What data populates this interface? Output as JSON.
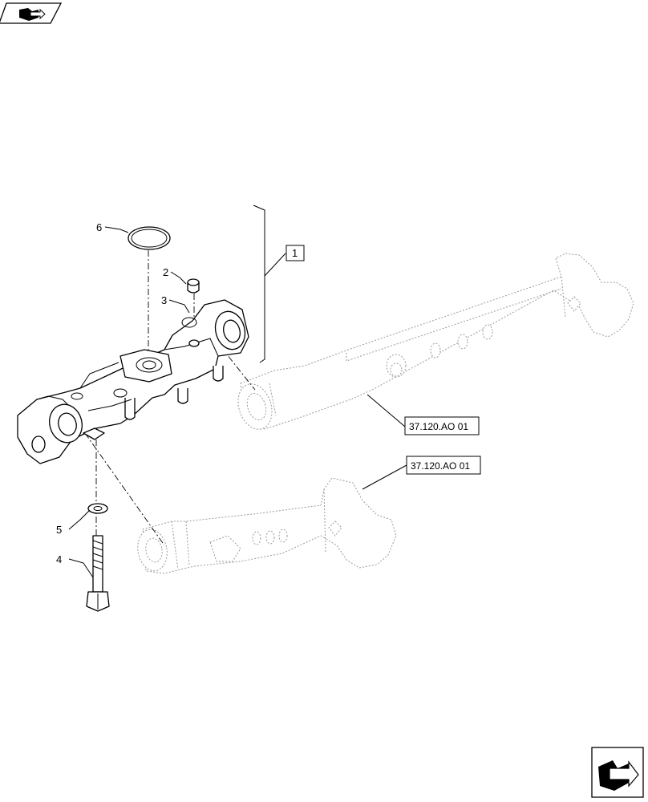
{
  "callouts": {
    "c1": "1",
    "c2": "2",
    "c3": "3",
    "c4": "4",
    "c5": "5",
    "c6": "6"
  },
  "references": {
    "ref_upper": "37.120.AO 01",
    "ref_lower": "37.120.AO 01"
  },
  "icons": {
    "top_left": "book-arrow-icon",
    "bottom_right": "next-page-arrow-icon"
  }
}
